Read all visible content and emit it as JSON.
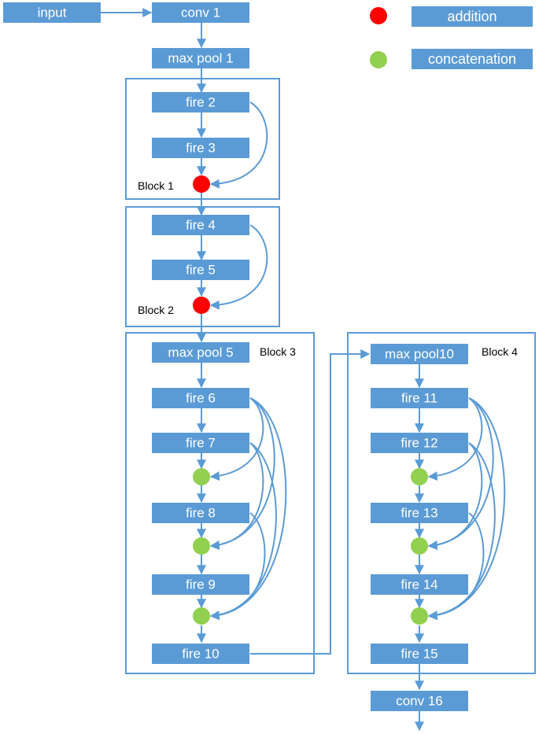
{
  "colors": {
    "node": "#5b9bd5",
    "edge": "#5b9bd5",
    "addition": "#ff0000",
    "concatenation": "#92d050",
    "node_text": "#ffffff",
    "block_text": "#000000"
  },
  "legend": {
    "addition_label": "addition",
    "concatenation_label": "concatenation"
  },
  "nodes": {
    "input": "input",
    "conv1": "conv 1",
    "maxpool1": "max pool 1",
    "fire2": "fire 2",
    "fire3": "fire 3",
    "fire4": "fire 4",
    "fire5": "fire 5",
    "maxpool5": "max pool 5",
    "fire6": "fire 6",
    "fire7": "fire 7",
    "fire8": "fire 8",
    "fire9": "fire 9",
    "fire10": "fire 10",
    "maxpool10": "max pool10",
    "fire11": "fire 11",
    "fire12": "fire 12",
    "fire13": "fire 13",
    "fire14": "fire 14",
    "fire15": "fire 15",
    "conv16": "conv 16"
  },
  "blocks": {
    "block1": "Block 1",
    "block2": "Block 2",
    "block3": "Block 3",
    "block4": "Block 4"
  }
}
